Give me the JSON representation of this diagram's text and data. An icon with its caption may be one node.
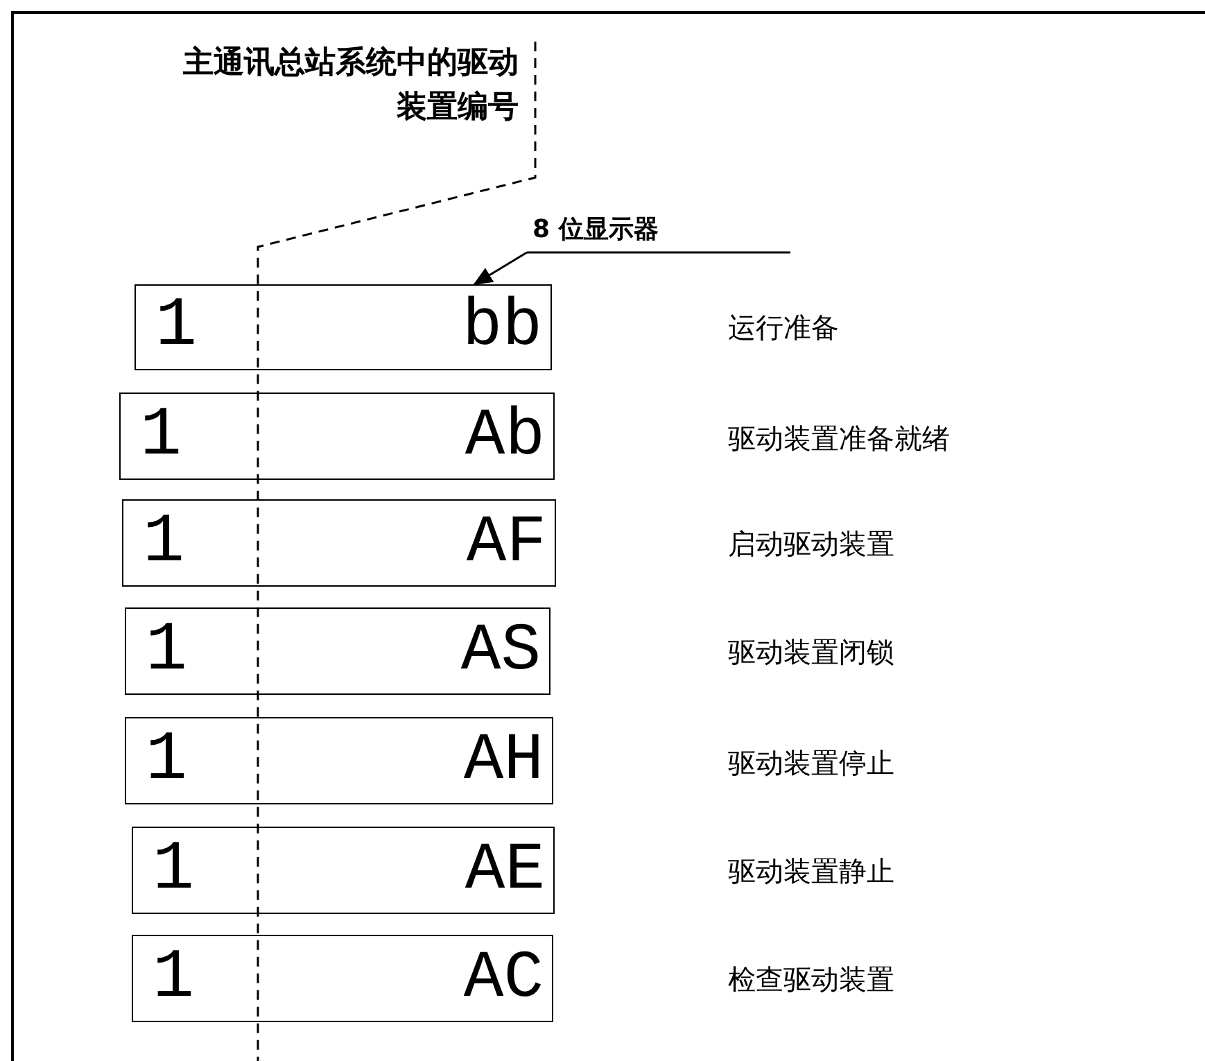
{
  "diagram": {
    "nodes": [
      {
        "text": [
          "主通讯总站系统中的驱动装置编号"
        ]
      },
      {
        "text": [
          "8 位显示器"
        ]
      },
      {
        "text": [
          "1",
          "bb"
        ]
      },
      {
        "text": [
          "1",
          "Ab"
        ]
      },
      {
        "text": [
          "1",
          "AF"
        ]
      },
      {
        "text": [
          "1",
          "AS"
        ]
      },
      {
        "text": [
          "1",
          "AH"
        ]
      },
      {
        "text": [
          "1",
          "AE"
        ]
      },
      {
        "text": [
          "1",
          "AC"
        ]
      }
    ],
    "edges": [
      {
        "from": 0,
        "to": null,
        "arrow": "none",
        "style": "dashed"
      },
      {
        "from": 1,
        "to": 2,
        "arrow": "to"
      }
    ],
    "labels": [
      "运行准备",
      "驱动装置准备就绪",
      "启动驱动装置",
      "驱动装置闭锁",
      "驱动装置停止",
      "驱动装置静止",
      "检查驱动装置"
    ]
  }
}
